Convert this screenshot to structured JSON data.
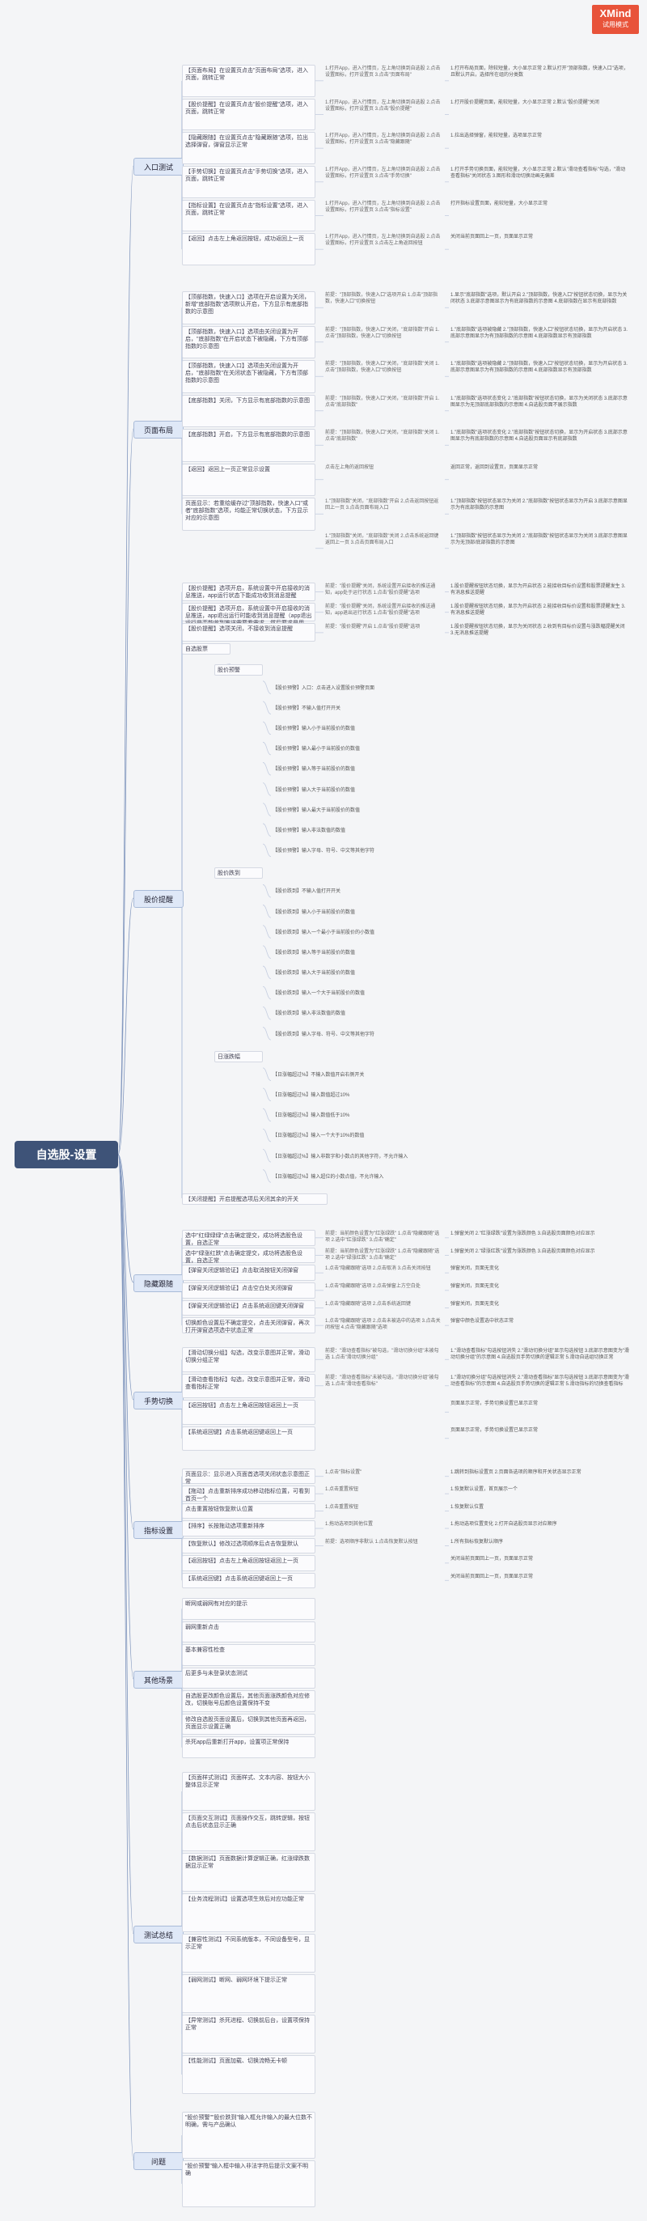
{
  "root": {
    "label": "自选股-设置"
  },
  "watermark": {
    "logo": "XMind",
    "subtitle": "试用模式"
  },
  "branches": [
    {
      "label": "入口测试",
      "items": [
        {
          "text": "【页面布局】在设置页点击\"页面布局\"选项，进入页面，跳转正常",
          "steps": "1.打开App，进入行情页，左上角切换到自选股\n2.点击设置图标，打开设置页\n3.点击\"页面布局\"",
          "result": "1.打开布局页面，除较短量，大小显示正常\n2.默认打开\"顶部指数，快速入口\"选项，且默认开启，选择所在组的分类数"
        },
        {
          "text": "【股价提醒】在设置页点击\"股价提醒\"选项，进入页面，跳转正常",
          "steps": "1.打开App，进入行情页，左上角切换到自选股\n2.点击设置图标，打开设置页\n3.点击\"股价提醒\"",
          "result": "1.打开股价提醒页面，能较短量，大小显示正常\n2.默认\"股价提醒\"关闭"
        },
        {
          "text": "【隐藏跟随】在设置页点击\"隐藏跟随\"选项，拉出选择弹窗，弹窗显示正常",
          "steps": "1.打开App，进入行情页，左上角切换到自选股\n2.点击设置图标，打开设置页\n3.点击\"隐藏跟随\"",
          "result": "1.拉出选择弹窗，能较短量，选项显示正常"
        },
        {
          "text": "【手势切换】在设置页点击\"手势切换\"选项，进入页面，跳转正常",
          "steps": "1.打开App，进入行情页，左上角切换到自选股\n2.点击设置图标，打开设置页\n3.点击\"手势切换\"",
          "result": "1.打开手势切换页面，能较短量，大小显示正常\n2.默认\"滑动查看指标\"勾选，\"滑动查看指标\"关闭状态\n3.图形和滑动切换动画无偏差"
        },
        {
          "text": "【指标设置】在设置页点击\"指标设置\"选项，进入页面，跳转正常",
          "steps": "1.打开App，进入行情页，左上角切换到自选股\n2.点击设置图标，打开设置页\n3.点击\"指标设置\"",
          "result": "打开指标设置页面，能较短量，大小显示正常"
        },
        {
          "text": "【返回】点击左上角返回按钮，成功返回上一页",
          "steps": "1.打开App，进入行情页，左上角切换到自选股\n2.点击设置图标，打开设置页\n3.点击左上角返回按钮",
          "result": "关闭当前页面回上一页，页面显示正常"
        }
      ]
    },
    {
      "label": "页面布局",
      "items": [
        {
          "text": "【顶部指数，快速入口】选项在开启设置为关闭，新增\"底部指数\"选项默认开启，下方显示有底部指数的示意图",
          "steps": "前提：\"顶部指数，快速入口\"选项开启\n1.点击\"顶部指数，快速入口\"切换按钮",
          "result": "1.显示\"底部指数\"选项，默认开启\n2.\"顶部指数，快速入口\"按钮状态切换，显示为关闭状态\n3.底部示意图显示为有底部指数的示意图\n4.底部指数在显示有底部指数"
        },
        {
          "text": "【顶部指数，快速入口】选项由关闭设置为开启，\"底部指数\"在开启状态下被隐藏，下方有顶部指数的示意图",
          "steps": "前提：\"顶部指数，快速入口\"关闭，\"底部指数\"开启\n1.点击\"顶部指数，快速入口\"切换按钮",
          "result": "1.\"底部指数\"选项被隐藏\n2.\"顶部指数，快速入口\"按钮状态切换，显示为开启状态\n3.底部示意图显示为有顶部指数的示意图\n4.底部指数显示有顶部指数"
        },
        {
          "text": "【顶部指数，快速入口】选项由关闭设置为开启，\"底部指数\"在关闭状态下被隐藏，下方有顶部指数的示意图",
          "steps": "前提：\"顶部指数，快速入口\"关闭，\"底部指数\"关闭\n1.点击\"顶部指数，快速入口\"切换按钮",
          "result": "1.\"底部指数\"选项被隐藏\n2.\"顶部指数，快速入口\"按钮状态切换，显示为开启状态\n3.底部示意图显示为有顶部指数的示意图\n4.底部指数显示有顶部指数"
        },
        {
          "text": "【底部指数】关闭，下方显示有底部指数的示意图",
          "steps": "前提：\"顶部指数，快速入口\"关闭，\"底部指数\"开启\n1.点击\"底部指数\"",
          "result": "1.\"底部指数\"选项状态变化\n2.\"底部指数\"按钮状态切换，显示为关闭状态\n3.底部示意图显示为无顶部底部指数的示意图\n4.自选股页面不展示指数"
        },
        {
          "text": "【底部指数】开启，下方显示有底部指数的示意图",
          "steps": "前提：\"顶部指数，快速入口\"关闭，\"底部指数\"关闭\n1.点击\"底部指数\"",
          "result": "1.\"底部指数\"选项状态变化\n2.\"底部指数\"按钮状态切换，显示为开启状态\n3.底部示意图显示为有底部指数的示意图\n4.自选股页面显示有底部指数"
        },
        {
          "text": "【返回】返回上一页正常显示设置",
          "steps": "点击左上角的返回按钮",
          "result": "返回正常，返回到设置页，页面显示正常"
        },
        {
          "text": "页面显示：若重绘缓存过\"顶部指数，快速入口\"或者\"底部指数\"选项，均能正常切换状态，下方显示对应的示意图",
          "steps": "1.\"顶部指数\"关闭，\"底部指数\"开启\n2.点击返回按钮返回上一页\n3.点击页面布局入口",
          "result": "1.\"顶部指数\"按钮状态显示为关闭\n2.\"底部指数\"按钮状态显示为开启\n3.底部示意图显示为有底部指数的示意图"
        },
        {
          "text": "",
          "steps": "1.\"顶部指数\"关闭，\"底部指数\"关闭\n2.点击系统返回键返回上一页\n3.点击页面布局入口",
          "result": "1.\"顶部指数\"按钮状态显示为关闭\n2.\"底部指数\"按钮状态显示为关闭\n3.底部示意图显示为无顶部/底部指数的示意图"
        }
      ]
    },
    {
      "label": "股价提醒",
      "items": [
        {
          "text": "【股价提醒】选项开启，系统设置中开启接收的消息推送，app运行状态下能成功收到消息提醒",
          "steps": "前提：\"股价提醒\"关闭，系统设置开启接收的推送通知，app处于运行状态\n1.点击\"股价提醒\"选项",
          "result": "1.股价提醒按钮状态切换，显示为开启状态\n2.能接收目标价设置和股票提醒发生\n3.有消息推送提醒"
        },
        {
          "text": "【股价提醒】选项开启，系统设置中开启接收的消息推送，app退出运行时能收到消息提醒（app退出运行是否能收到推送需要看需求，然后要求是用，目前看需要如何会显示）",
          "steps": "前提：\"股价提醒\"关闭，系统设置开启接收的推送通知，app退出运行状态\n1.点击\"股价提醒\"选项",
          "result": "1.股价提醒按钮状态切换，显示为开启状态\n2.能接收目标价设置和股票提醒发生\n3.有消息推送提醒"
        },
        {
          "text": "【股价提醒】选项关闭，不接收到消息提醒",
          "steps": "前提：\"股价提醒\"开启\n1.点击\"股价提醒\"选项",
          "result": "1.股价提醒按钮状态切换，显示为关闭状态\n2.收到有目标价设置与涨跌幅提醒关闭\n3.无消息推送提醒"
        }
      ],
      "groups": [
        {
          "label": "自选股票",
          "sub": [
            {
              "label": "股价预警",
              "rows": [
                "【股价预警】入口：点击进入设置股价预警页面",
                "【股价预警】不输入值打开开关",
                "【股价预警】输入小于当前股价的数值",
                "【股价预警】输入最小于当前股价的数值",
                "【股价预警】输入等于当前股价的数值",
                "【股价预警】输入大于当前股价的数值",
                "【股价预警】输入最大于当前股价的数值",
                "【股价预警】输入非法数值的数值",
                "【股价预警】输入字母、符号、中文等其他字符"
              ]
            },
            {
              "label": "股价跌到",
              "rows": [
                "【股价跌到】不输入值打开开关",
                "【股价跌到】输入小于当前股价的数值",
                "【股价跌到】输入一个最小于当前股价的小数值",
                "【股价跌到】输入等于当前股价的数值",
                "【股价跌到】输入大于当前股价的数值",
                "【股价跌到】输入一个大于当前股价的数值",
                "【股价跌到】输入非法数值的数值",
                "【股价跌到】输入字母、符号、中文等其他字符"
              ]
            },
            {
              "label": "日涨跌幅",
              "rows": [
                "【日涨幅超过%】不输入数值开启右侧开关",
                "【日涨幅超过%】输入数值超过10%",
                "【日涨幅超过%】输入数值低于10%",
                "【日涨幅超过%】输入一个大于10%的数值",
                "【日涨幅超过%】输入非数字和小数点的其他字符，不允许输入",
                "【日涨幅超过%】输入超位的小数点值，不允许输入"
              ]
            }
          ]
        }
      ],
      "tail": "【关闭提醒】开启提醒选项后关闭其余的开关"
    },
    {
      "label": "隐藏跟随",
      "items": [
        {
          "text": "选中\"红绿绿绿\"点击确定提交，成功将选股色设置，自选正常",
          "steps": "前提：当前颜色设置为\"红涨绿跌\"\n1.点击\"隐藏跟随\"选项\n2.选中\"红涨绿跌\"\n3.点击\"确定\"",
          "result": "1.弹窗关闭\n2.\"红涨绿跌\"设置为涨跌颜色\n3.自选股页面颜色对应显示"
        },
        {
          "text": "选中\"绿涨红跌\"点击确定提交，成功将选股色设置，自选正常",
          "steps": "前提：当前颜色设置为\"红涨绿跌\"\n1.点击\"隐藏跟随\"选项\n2.选中\"绿涨红跌\"\n3.点击\"确定\"",
          "result": "1.弹窗关闭\n2.\"绿涨红跌\"设置为涨跌颜色\n3.自选股页面颜色对应显示"
        },
        {
          "text": "【弹窗关闭逻辑验证】点击取消按钮关闭弹窗",
          "steps": "1.点击\"隐藏跟随\"选项\n2.点击取消\n3.点击关闭按钮",
          "result": "弹窗关闭，页面无变化"
        },
        {
          "text": "【弹窗关闭逻辑验证】点击空白处关闭弹窗",
          "steps": "1.点击\"隐藏跟随\"选项\n2.点击弹窗上方空白处",
          "result": "弹窗关闭，页面无变化"
        },
        {
          "text": "【弹窗关闭逻辑验证】点击系统返回键关闭弹窗",
          "steps": "1.点击\"隐藏跟随\"选项\n2.点击系统返回键",
          "result": "弹窗关闭，页面无变化"
        },
        {
          "text": "切换颜色设置后不确定提交，点击关闭弹窗，再次打开弹窗选项选中状态正常",
          "steps": "1.点击\"隐藏跟随\"选项\n2.点击未被选中的选项\n3.点击关闭按钮\n4.点击\"隐藏跟随\"选项",
          "result": "弹窗中颜色设置选中状态正常"
        }
      ]
    },
    {
      "label": "手势切换",
      "items": [
        {
          "text": "【滑动切换分组】勾选，改变示意图并正常，滑动切换分组正常",
          "steps": "前提：\"滑动查看指标\"被勾选，\"滑动切换分组\"未被勾选\n1.点击\"滑动切换分组\"",
          "result": "1.\"滑动查看指标\"勾选按钮消失\n2.\"滑动切换分组\"显示勾选按钮\n3.底部示意图变为\"滑动切换分组\"的示意图\n4.自选股页手势切换的逻辑正常\n5.滑动自选组切换正常"
        },
        {
          "text": "【滑动查看指标】勾选，改变示意图并正常，滑动查看指标正常",
          "steps": "前提：\"滑动查看指标\"未被勾选，\"滑动切换分组\"被勾选\n1.点击\"滑动查看指标\"",
          "result": "1.\"滑动切换分组\"勾选按钮消失\n2.\"滑动查看指标\"显示勾选按钮\n3.底部示意图变为\"滑动查看指标\"的示意图\n4.自选股页手势切换的逻辑正常\n5.滑动指标的切换查看指标"
        },
        {
          "text": "【返回按钮】点击左上角返回按钮返回上一页",
          "steps": "",
          "result": "页面显示正常，手势切换设置已显示正常"
        },
        {
          "text": "【系统返回键】点击系统返回键返回上一页",
          "steps": "",
          "result": "页面显示正常，手势切换设置已显示正常"
        }
      ]
    },
    {
      "label": "指标设置",
      "items": [
        {
          "text": "页面显示：显示进入页面首选项关闭状态示意图正常",
          "steps": "1.点击\"指标设置\"",
          "result": "1.跳转到指标设置页\n2.页面各选项的顺序和开关状态显示正常"
        },
        {
          "text": "【拖动】点击重新排序成功移动指标位置，可看到首页一个",
          "steps": "1.点击重置按钮",
          "result": "1.恢复默认设置，首页展示一个"
        },
        {
          "text": "点击重置按钮恢复默认位置",
          "steps": "1.点击重置按钮",
          "result": "1.恢复默认位置"
        },
        {
          "text": "【排序】长按拖动选项重新排序",
          "steps": "1.拖动选项到其他位置",
          "result": "1.拖动选项位置变化\n2.打开自选股页显示对应顺序"
        },
        {
          "text": "【恢复默认】修改过选项顺序后点击恢复默认",
          "steps": "前提：选项顺序非默认\n1.点击恢复默认按钮",
          "result": "1.所有指标恢复默认顺序"
        },
        {
          "text": "【返回按钮】点击左上角返回按钮返回上一页",
          "steps": "",
          "result": "关闭当前页面回上一页，页面显示正常"
        },
        {
          "text": "【系统返回键】点击系统返回键返回上一页",
          "steps": "",
          "result": "关闭当前页面回上一页，页面显示正常"
        }
      ]
    },
    {
      "label": "其他场景",
      "items": [
        {
          "text": "断网或弱网有对应的提示"
        },
        {
          "text": "弱网重新点击"
        },
        {
          "text": "基本兼容性检查"
        },
        {
          "text": "后更多与未登录状态测试"
        },
        {
          "text": "自选股更改颜色设置后，其他页面涨跌颜色对应修改，切换账号后颜色设置保持不变"
        },
        {
          "text": "修改自选股页面设置后，切换到其他页面再返回，页面显示设置正确"
        },
        {
          "text": "杀死app后重新打开app，设置项正常保持"
        }
      ]
    },
    {
      "label": "测试总结",
      "items": [
        {
          "text": "【页面样式测试】页面样式、文本内容、按钮大小整体显示正常"
        },
        {
          "text": "【页面交互测试】页面操作交互，跳转逻辑，按钮点击后状态显示正确"
        },
        {
          "text": "【数据测试】页面数据计算逻辑正确，红涨绿跌数据显示正常"
        },
        {
          "text": "【业务流程测试】设置选项生效后对应功能正常"
        },
        {
          "text": "【兼容性测试】不同系统版本，不同设备型号，显示正常"
        },
        {
          "text": "【弱网测试】断网、弱网环境下提示正常"
        },
        {
          "text": "【异常测试】杀死进程、切换前后台，设置项保持正常"
        },
        {
          "text": "【性能测试】页面加载、切换流畅无卡顿"
        }
      ]
    },
    {
      "label": "问题",
      "items": [
        {
          "text": "\"股价预警\"\"股价跌到\"输入框允许输入的最大位数不明确，需与产品确认"
        },
        {
          "text": "\"股价预警\"输入框中输入非法字符后提示文案不明确"
        }
      ]
    }
  ]
}
